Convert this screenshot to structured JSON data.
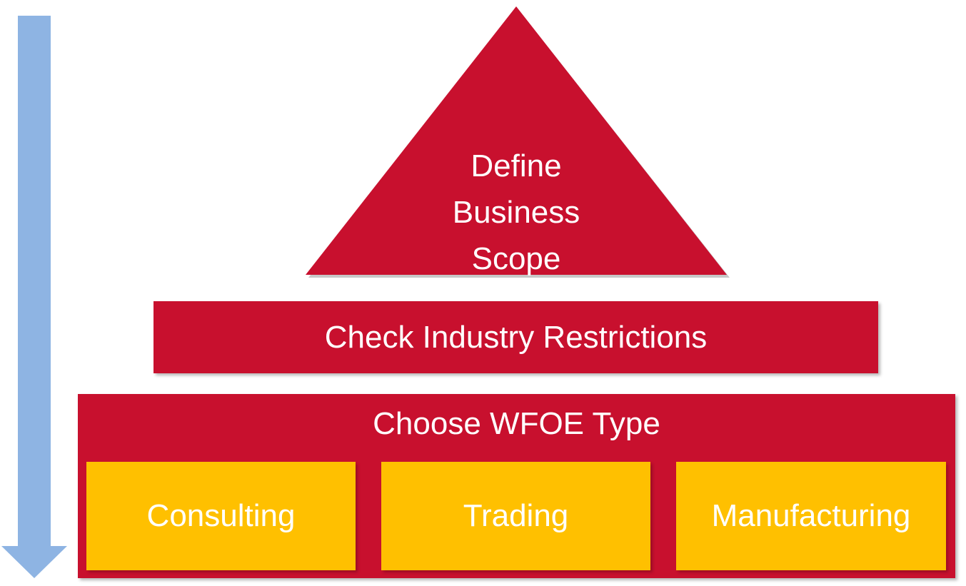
{
  "pyramid": {
    "apex": {
      "line1": "Define",
      "line2": "Business",
      "line3": "Scope"
    },
    "middle": {
      "label": "Check Industry Restrictions"
    },
    "base": {
      "label": "Choose WFOE Type",
      "types": [
        "Consulting",
        "Trading",
        "Manufacturing"
      ]
    }
  },
  "colors": {
    "red": "#c8102e",
    "yellow": "#ffc000",
    "arrow": "#8eb4e3"
  }
}
